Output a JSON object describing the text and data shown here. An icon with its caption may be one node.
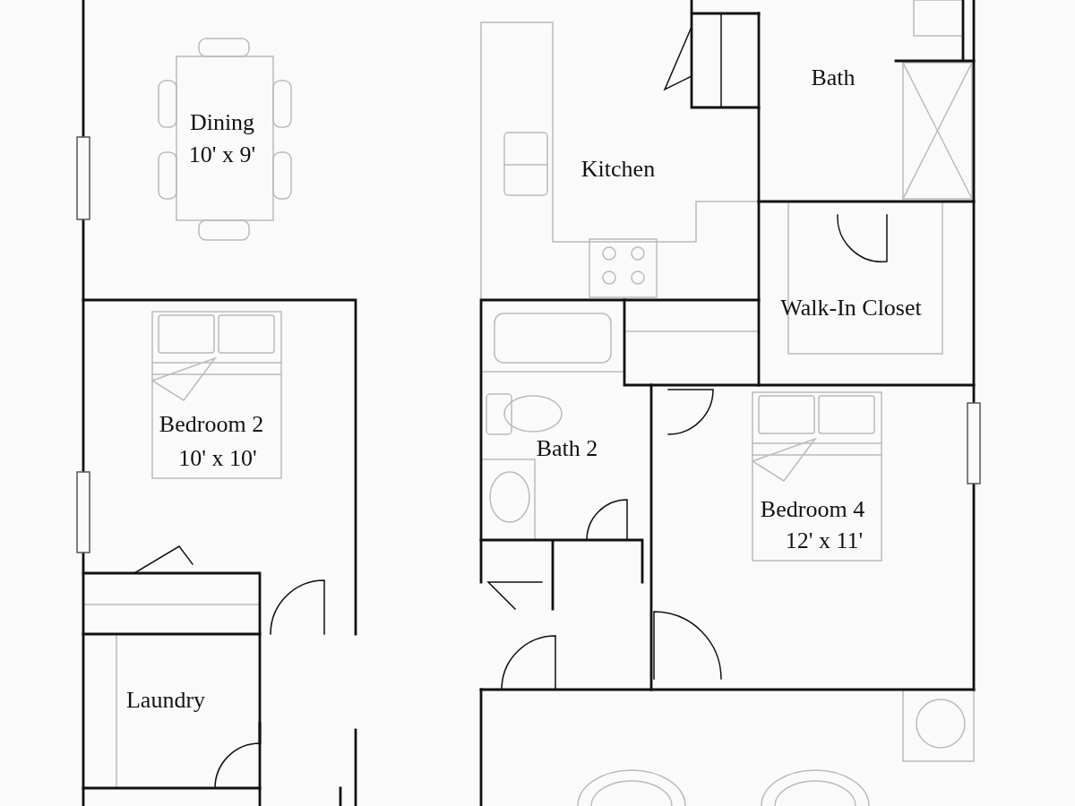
{
  "diagram": {
    "labels": [
      "Bath",
      "Dining",
      "10' x 9'",
      "Kitchen",
      "Walk-In Closet",
      "Bedroom 2",
      "Bath 2",
      "10' x 10'",
      "Bedroom 4",
      "12' x 11'",
      "Laundry"
    ]
  }
}
